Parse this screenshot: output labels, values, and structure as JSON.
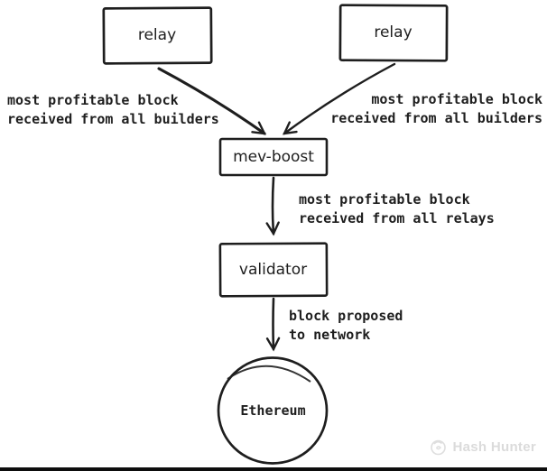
{
  "diagram": {
    "nodes": {
      "relay_left": {
        "label": "relay"
      },
      "relay_right": {
        "label": "relay"
      },
      "mev_boost": {
        "label": "mev-boost"
      },
      "validator": {
        "label": "validator"
      },
      "ethereum": {
        "label": "Ethereum"
      }
    },
    "edge_labels": {
      "relay_left_to_mev": {
        "line1": "most profitable block",
        "line2": "received from all builders"
      },
      "relay_right_to_mev": {
        "line1": "most profitable block",
        "line2": "received from all builders"
      },
      "mev_to_validator": {
        "line1": "most profitable block",
        "line2": "received from all relays"
      },
      "validator_to_network": {
        "line1": "block proposed",
        "line2": "to network"
      }
    },
    "watermark": {
      "text": "Hash Hunter",
      "icon": "hash-hunter-logo-icon"
    },
    "colors": {
      "stroke": "#1e1e1e",
      "label_text": "#1e1e1e",
      "watermark_text": "#dbdbdb",
      "background": "#ffffff",
      "bottom_bar": "#0d0d0d"
    }
  }
}
